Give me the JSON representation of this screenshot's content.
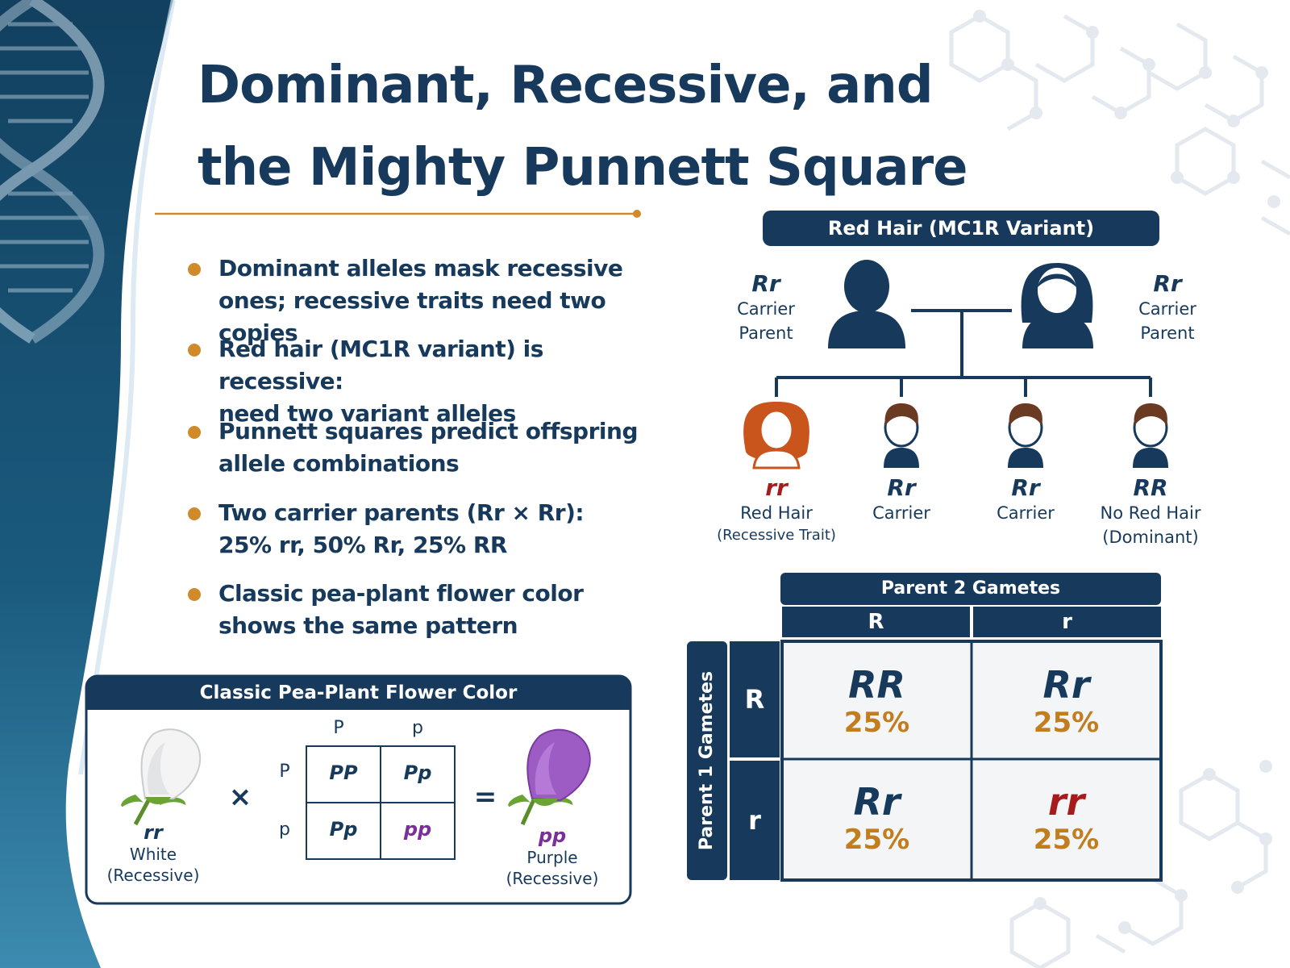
{
  "title": {
    "line1": "Dominant, Recessive, and",
    "line2": "the Mighty Punnett Square"
  },
  "bullets": [
    {
      "line1": "Dominant alleles mask recessive",
      "line2": "ones; recessive traits need two copies"
    },
    {
      "line1": "Red hair (MC1R variant) is recessive:",
      "line2": "need two variant alleles"
    },
    {
      "line1": "Punnett squares predict offspring",
      "line2": "allele combinations"
    },
    {
      "line1": "Two carrier parents (Rr × Rr):",
      "line2": "25% rr, 50% Rr, 25% RR"
    },
    {
      "line1": "Classic pea-plant flower color",
      "line2": "shows the same pattern"
    }
  ],
  "pedigree": {
    "banner": "Red Hair (MC1R Variant)",
    "parents": [
      {
        "genotype": "Rr",
        "line1": "Carrier",
        "line2": "Parent"
      },
      {
        "genotype": "Rr",
        "line1": "Carrier",
        "line2": "Parent"
      }
    ],
    "children": [
      {
        "genotype": "rr",
        "line1": "Red Hair",
        "line2": "(Recessive Trait)"
      },
      {
        "genotype": "Rr",
        "line1": "Carrier",
        "line2": ""
      },
      {
        "genotype": "Rr",
        "line1": "Carrier",
        "line2": ""
      },
      {
        "genotype": "RR",
        "line1": "No Red Hair",
        "line2": "(Dominant)"
      }
    ]
  },
  "punnett": {
    "top_header": "Parent 2 Gametes",
    "side_header": "Parent 1 Gametes",
    "cols": [
      "R",
      "r"
    ],
    "rows": [
      "R",
      "r"
    ],
    "cells": [
      [
        {
          "genotype": "RR",
          "percent": "25%"
        },
        {
          "genotype": "Rr",
          "percent": "25%"
        }
      ],
      [
        {
          "genotype": "Rr",
          "percent": "25%"
        },
        {
          "genotype": "rr",
          "percent": "25%"
        }
      ]
    ]
  },
  "pea": {
    "banner": "Classic Pea-Plant Flower Color",
    "left": {
      "genotype": "rr",
      "line1": "White",
      "line2": "(Recessive)"
    },
    "times": "×",
    "equals": "=",
    "cols": [
      "P",
      "p"
    ],
    "rows": [
      "P",
      "p"
    ],
    "cells": [
      [
        "PP",
        "Pp"
      ],
      [
        "Pp",
        "pp"
      ]
    ],
    "right": {
      "genotype": "pp",
      "line1": "Purple",
      "line2": "(Recessive)"
    }
  },
  "colors": {
    "navy": "#173a5c",
    "orange": "#c27d1e",
    "red": "#a61b1b",
    "purple": "#7a2f9a",
    "red_hair": "#c9541c",
    "brown_hair": "#6b3a22"
  }
}
